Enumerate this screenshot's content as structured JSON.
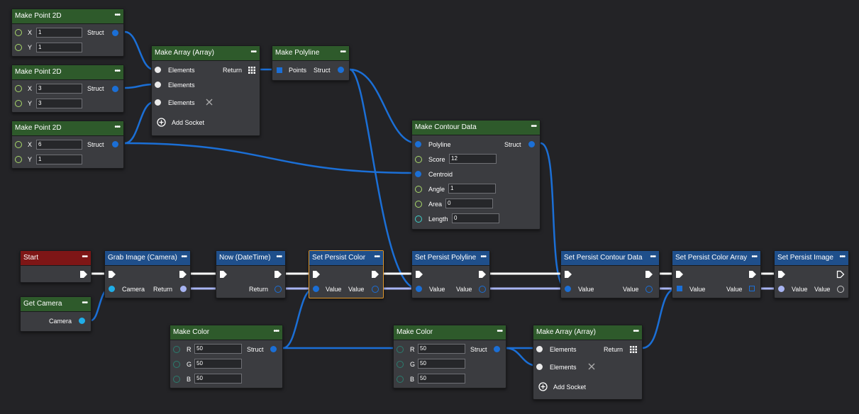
{
  "point1": {
    "title": "Make Point 2D",
    "x_label": "X",
    "x": "1",
    "y_label": "Y",
    "y": "1",
    "out": "Struct"
  },
  "point2": {
    "title": "Make Point 2D",
    "x_label": "X",
    "x": "3",
    "y_label": "Y",
    "y": "3",
    "out": "Struct"
  },
  "point3": {
    "title": "Make Point 2D",
    "x_label": "X",
    "x": "6",
    "y_label": "Y",
    "y": "1",
    "out": "Struct"
  },
  "array1": {
    "title": "Make Array (Array)",
    "in1": "Elements",
    "in2": "Elements",
    "in3": "Elements",
    "out": "Return",
    "add": "Add Socket"
  },
  "polyline": {
    "title": "Make Polyline",
    "in": "Points",
    "out": "Struct"
  },
  "contour": {
    "title": "Make Contour Data",
    "polyline": "Polyline",
    "out": "Struct",
    "score_label": "Score",
    "score": "12",
    "centroid": "Centroid",
    "angle_label": "Angle",
    "angle": "1",
    "area_label": "Area",
    "area": "0",
    "length_label": "Length",
    "length": "0"
  },
  "start": {
    "title": "Start"
  },
  "getcam": {
    "title": "Get Camera",
    "out": "Camera"
  },
  "grab": {
    "title": "Grab Image (Camera)",
    "in": "Camera",
    "out": "Return"
  },
  "now": {
    "title": "Now (DateTime)",
    "out": "Return"
  },
  "spc": {
    "title": "Set Persist Color",
    "in": "Value",
    "out": "Value"
  },
  "spp": {
    "title": "Set Persist Polyline",
    "in": "Value",
    "out": "Value"
  },
  "spcd": {
    "title": "Set Persist Contour Data",
    "in": "Value",
    "out": "Value"
  },
  "spca": {
    "title": "Set Persist Color Array",
    "in": "Value",
    "out": "Value"
  },
  "spi": {
    "title": "Set Persist Image",
    "in": "Value",
    "out": "Value"
  },
  "color1": {
    "title": "Make Color",
    "r_label": "R",
    "r": "50",
    "g_label": "G",
    "g": "50",
    "b_label": "B",
    "b": "50",
    "out": "Struct"
  },
  "color2": {
    "title": "Make Color",
    "r_label": "R",
    "r": "50",
    "g_label": "G",
    "g": "50",
    "b_label": "B",
    "b": "50",
    "out": "Struct"
  },
  "array2": {
    "title": "Make Array (Array)",
    "in1": "Elements",
    "in2": "Elements",
    "out": "Return",
    "add": "Add Socket"
  },
  "menu_glyph": "•••",
  "colors": {
    "bg": "#232326",
    "node": "#3b3c40",
    "pure_header": "#2e5a2b",
    "exec_header": "#1f4f8b",
    "event_header": "#7e1616",
    "wire_blue": "#1b6fd6",
    "wire_exec": "#ffffff",
    "wire_image": "#a8b4f2",
    "selected": "#e0962a"
  }
}
